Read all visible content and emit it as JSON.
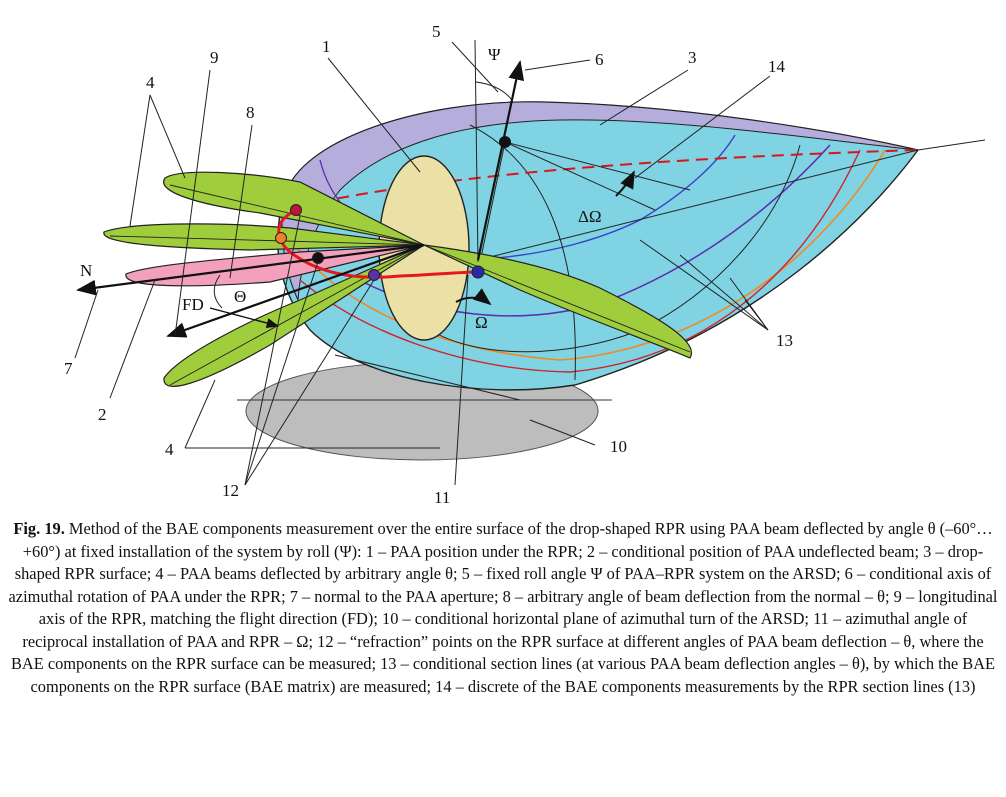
{
  "figure": {
    "labels": {
      "l1": "1",
      "l2": "2",
      "l3": "3",
      "l4a": "4",
      "l4b": "4",
      "l5": "5",
      "l6": "6",
      "l7": "7",
      "l8": "8",
      "l9": "9",
      "l10": "10",
      "l11": "11",
      "l12": "12",
      "l13": "13",
      "l14": "14"
    },
    "symbols": {
      "psi": "Ψ",
      "delta_omega": "ΔΩ",
      "omega": "Ω",
      "theta": "Θ",
      "n": "N",
      "fd": "FD"
    },
    "colors": {
      "rpr_surface": "#7fd3e3",
      "rpr_top": "#b5aedd",
      "paa_disk": "#ebe0a6",
      "beam_green": "#9fcd3c",
      "beam_pink": "#f3a0bd",
      "plane_gray": "#bdbdbd",
      "refraction_curve": "#e5181e",
      "dashed_axis": "#d8161c",
      "section_orange": "#f08a1e",
      "section_purple": "#5a2fb0",
      "section_blue": "#3a42c8"
    }
  },
  "caption": {
    "fig_label": "Fig. 19.",
    "text": "Method of the BAE components measurement over the entire surface of the drop-shaped RPR using PAA beam deflected by angle θ (–60°…+60°) at fixed installation of the system by roll (Ψ): 1 – PAA position under the RPR; 2 – conditional position of PAA undeflected beam; 3 – drop-shaped RPR surface; 4 – PAA beams deflected by arbitrary angle θ; 5 – fixed roll angle Ψ of PAA–RPR system on the ARSD; 6 – conditional axis of azimuthal rotation of PAA under the RPR; 7 – normal to the PAA aperture; 8 – arbitrary angle of beam deflection from the normal – θ; 9 – longitudinal axis of the RPR, matching the flight direction (FD); 10 – conditional horizontal plane of azimuthal turn of the ARSD; 11 – azimuthal angle of reciprocal installation of PAA and RPR – Ω; 12 – “refraction” points on the RPR surface at different angles of PAA beam deflection – θ, where the BAE components on the RPR surface can be measured; 13 – conditional section lines (at various PAA beam deflection angles – θ), by which the BAE components on the RPR surface (BAE matrix) are measured; 14 – discrete of the BAE components measurements by the RPR section lines (13)"
  }
}
